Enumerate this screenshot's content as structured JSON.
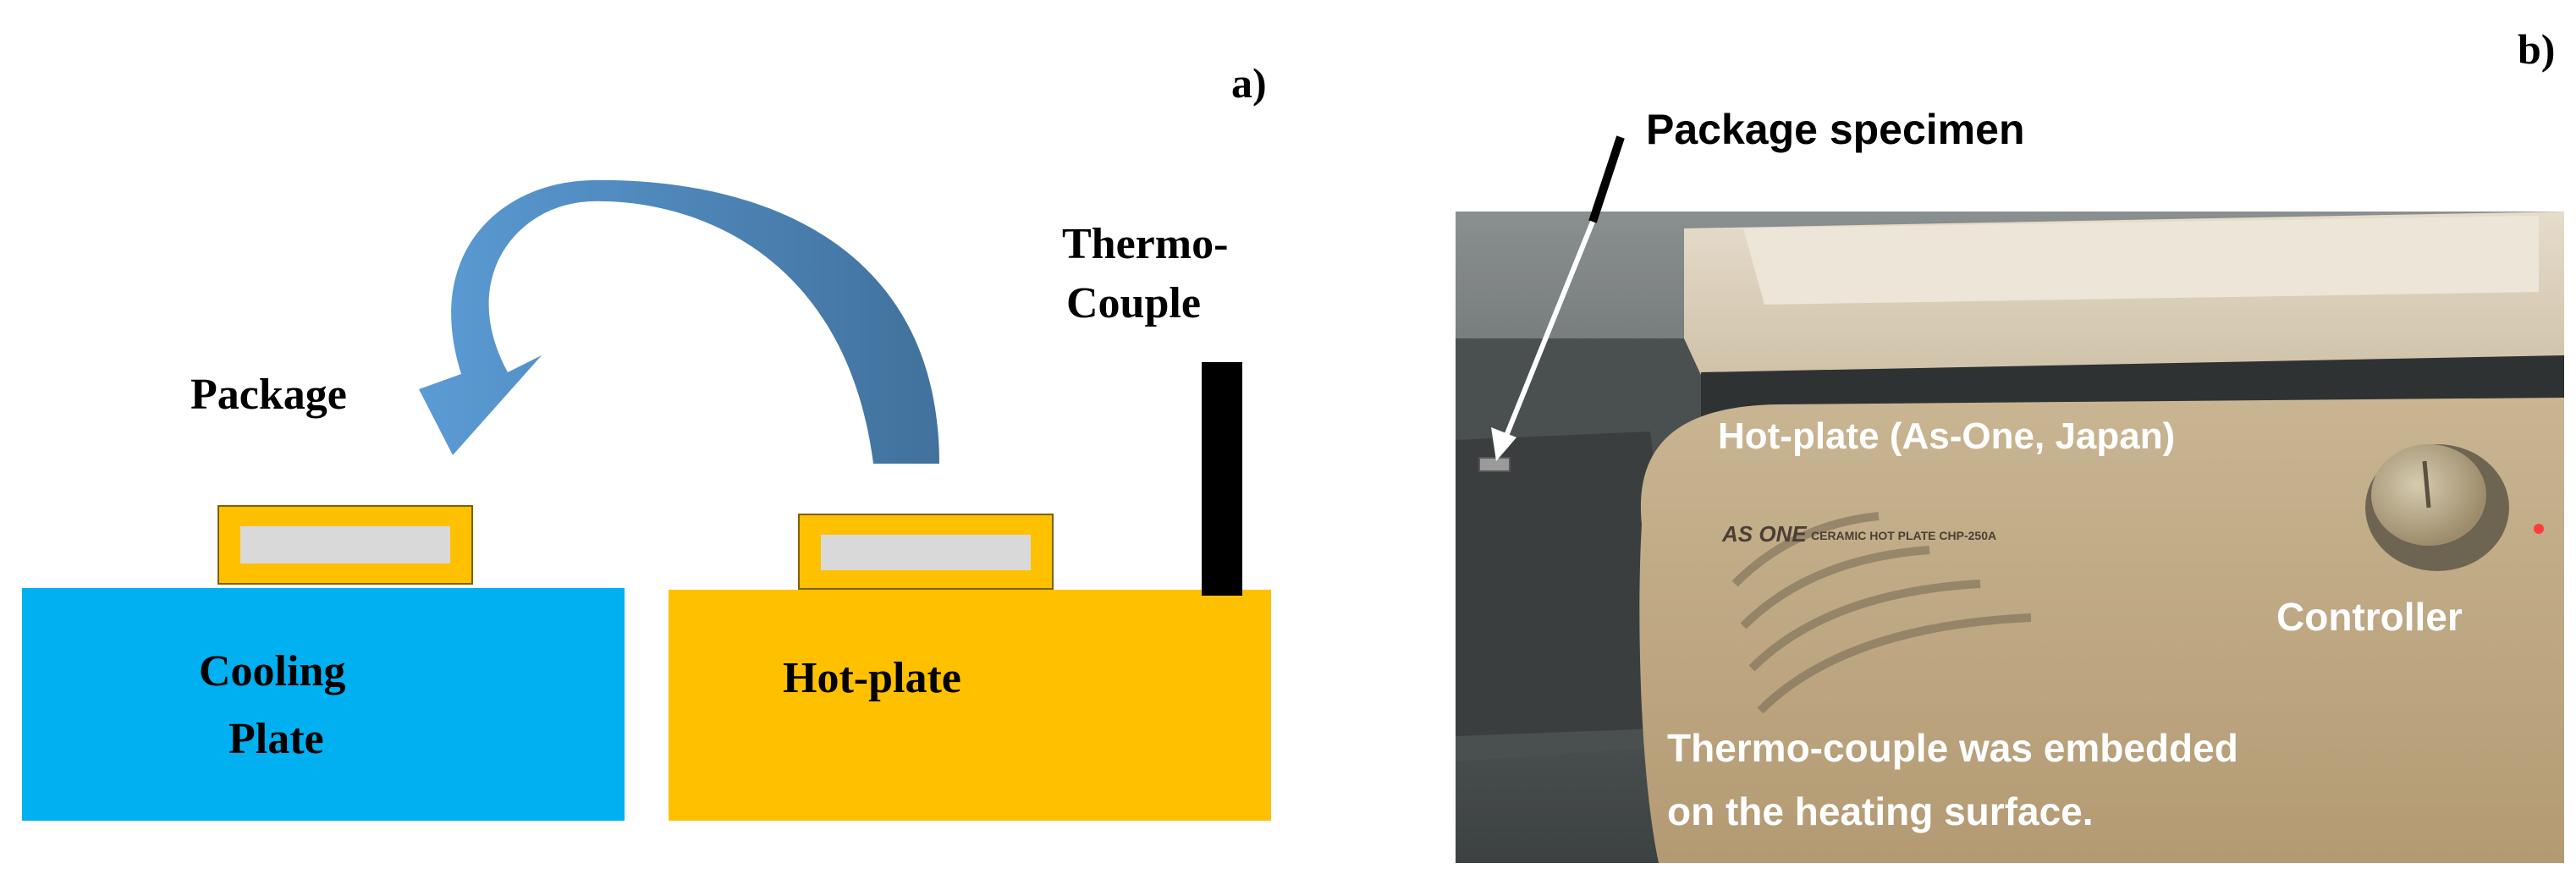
{
  "panel_a": {
    "label": "a)",
    "thermocouple_label_line1": "Thermo-",
    "thermocouple_label_line2": "Couple",
    "package_label": "Package",
    "cooling_plate_line1": "Cooling",
    "cooling_plate_line2": "Plate",
    "hot_plate_label": "Hot-plate",
    "colors": {
      "cooling_plate": "#00b0f0",
      "hot_plate": "#ffc000",
      "package_frame": "#ffc000",
      "package_core": "#d9d9d9",
      "arrow": "#4f81bd",
      "thermocouple": "#000000"
    }
  },
  "panel_b": {
    "label": "b)",
    "package_specimen_label": "Package specimen",
    "hotplate_label": "Hot-plate (As-One, Japan)",
    "brand_text": "AS ONE",
    "model_text": "CERAMIC HOT PLATE CHP-250A",
    "controller_label": "Controller",
    "note_line1": "Thermo-couple was embedded",
    "note_line2": "on the heating surface."
  }
}
